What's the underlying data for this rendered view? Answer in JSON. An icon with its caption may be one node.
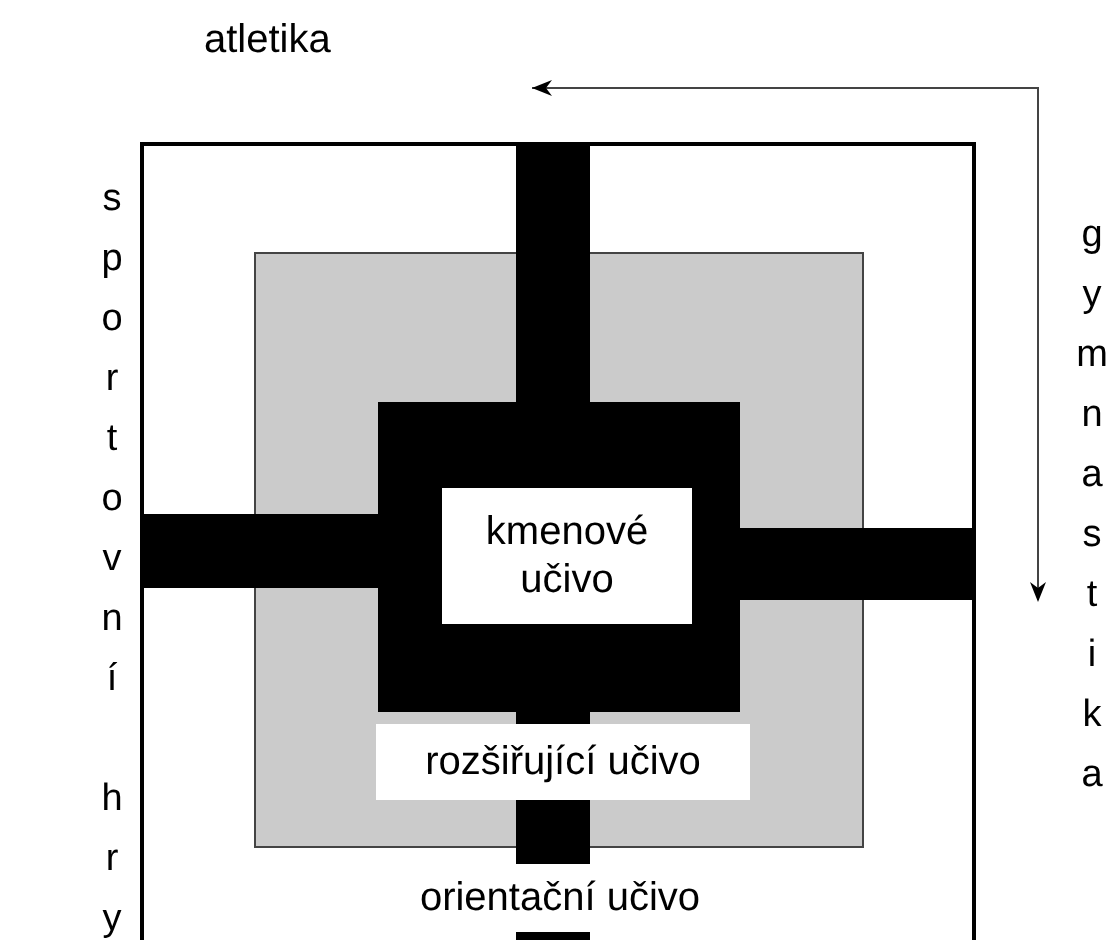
{
  "diagram": {
    "nodes": [
      {
        "text": [
          "orientační učivo"
        ]
      },
      {
        "text": [
          "rozšiřující učivo"
        ],
        "in": 0
      },
      {
        "text": [
          "kmenové učivo"
        ],
        "in": 1
      },
      {
        "text": [],
        "shape": "bar",
        "in": 0
      },
      {
        "text": [],
        "shape": "bar",
        "in": 0
      },
      {
        "text": [],
        "shape": "bar",
        "in": 0
      },
      {
        "text": [],
        "shape": "bar",
        "in": 1
      },
      {
        "text": [],
        "shape": "bar",
        "in": 0
      },
      {
        "text": [],
        "shape": "bar",
        "in": 0
      }
    ],
    "labels": [
      "atletika",
      "sportovní hry",
      "gymnastika"
    ]
  }
}
